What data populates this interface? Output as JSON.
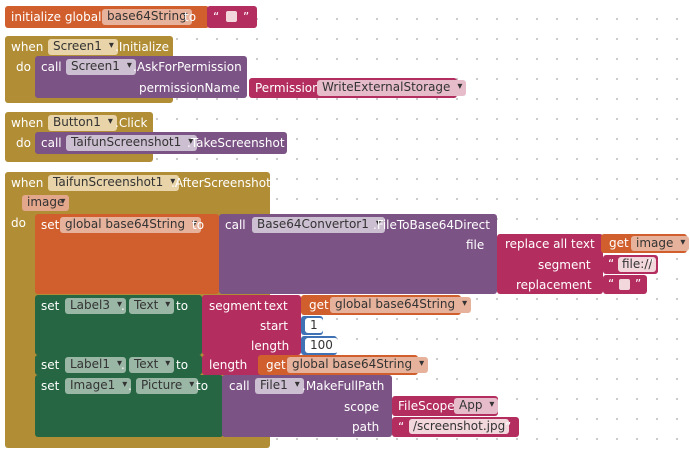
{
  "global_init": {
    "label": "initialize global",
    "var_name": "base64String",
    "to": "to",
    "open_q": "“",
    "close_q": "”"
  },
  "screen_init": {
    "when": "when",
    "component": "Screen1",
    "event": ".Initialize",
    "do": "do",
    "call": "call",
    "call_component": "Screen1",
    "method": ".AskForPermission",
    "param": "permissionName",
    "perm_label": "Permission",
    "perm_value": "WriteExternalStorage"
  },
  "button_click": {
    "when": "when",
    "component": "Button1",
    "event": ".Click",
    "do": "do",
    "call": "call",
    "call_component": "TaifunScreenshot1",
    "method": ".TakeScreenshot"
  },
  "after_screenshot": {
    "when": "when",
    "component": "TaifunScreenshot1",
    "event": ".AfterScreenshot",
    "param": "image",
    "do": "do",
    "set1": {
      "set": "set",
      "target": "global base64String",
      "to": "to",
      "call": "call",
      "component": "Base64Convertor1",
      "method": ".FileToBase64Direct",
      "file_label": "file",
      "replace_all": "replace all text",
      "get": "get",
      "get_var": "image",
      "segment_label": "segment",
      "segment_value": "file://",
      "replacement_label": "replacement",
      "open_q": "“",
      "close_q": "”"
    },
    "set2": {
      "set": "set",
      "component": "Label3",
      "dot": ".",
      "property": "Text",
      "to": "to",
      "segment": "segment",
      "text_label": "text",
      "get": "get",
      "get_var": "global base64String",
      "start_label": "start",
      "start_value": "1",
      "length_label": "length",
      "length_value": "100"
    },
    "set3": {
      "set": "set",
      "component": "Label1",
      "dot": ".",
      "property": "Text",
      "to": "to",
      "length": "length",
      "get": "get",
      "get_var": "global base64String"
    },
    "set4": {
      "set": "set",
      "component": "Image1",
      "dot": ".",
      "property": "Picture",
      "to": "to",
      "call": "call",
      "call_component": "File1",
      "method": ".MakeFullPath",
      "scope_label": "scope",
      "scope_type": "FileScope",
      "scope_value": "App",
      "path_label": "path",
      "path_value": "/screenshot.jpg",
      "open_q": "“",
      "close_q": "”"
    }
  },
  "colors": {
    "variable": "#d05f2d",
    "event": "#b18e35",
    "procedure": "#7c5385",
    "text": "#b32d5e",
    "component_set": "#266643",
    "math": "#3f71b5",
    "dropdown_light": "#e8d4a8"
  }
}
